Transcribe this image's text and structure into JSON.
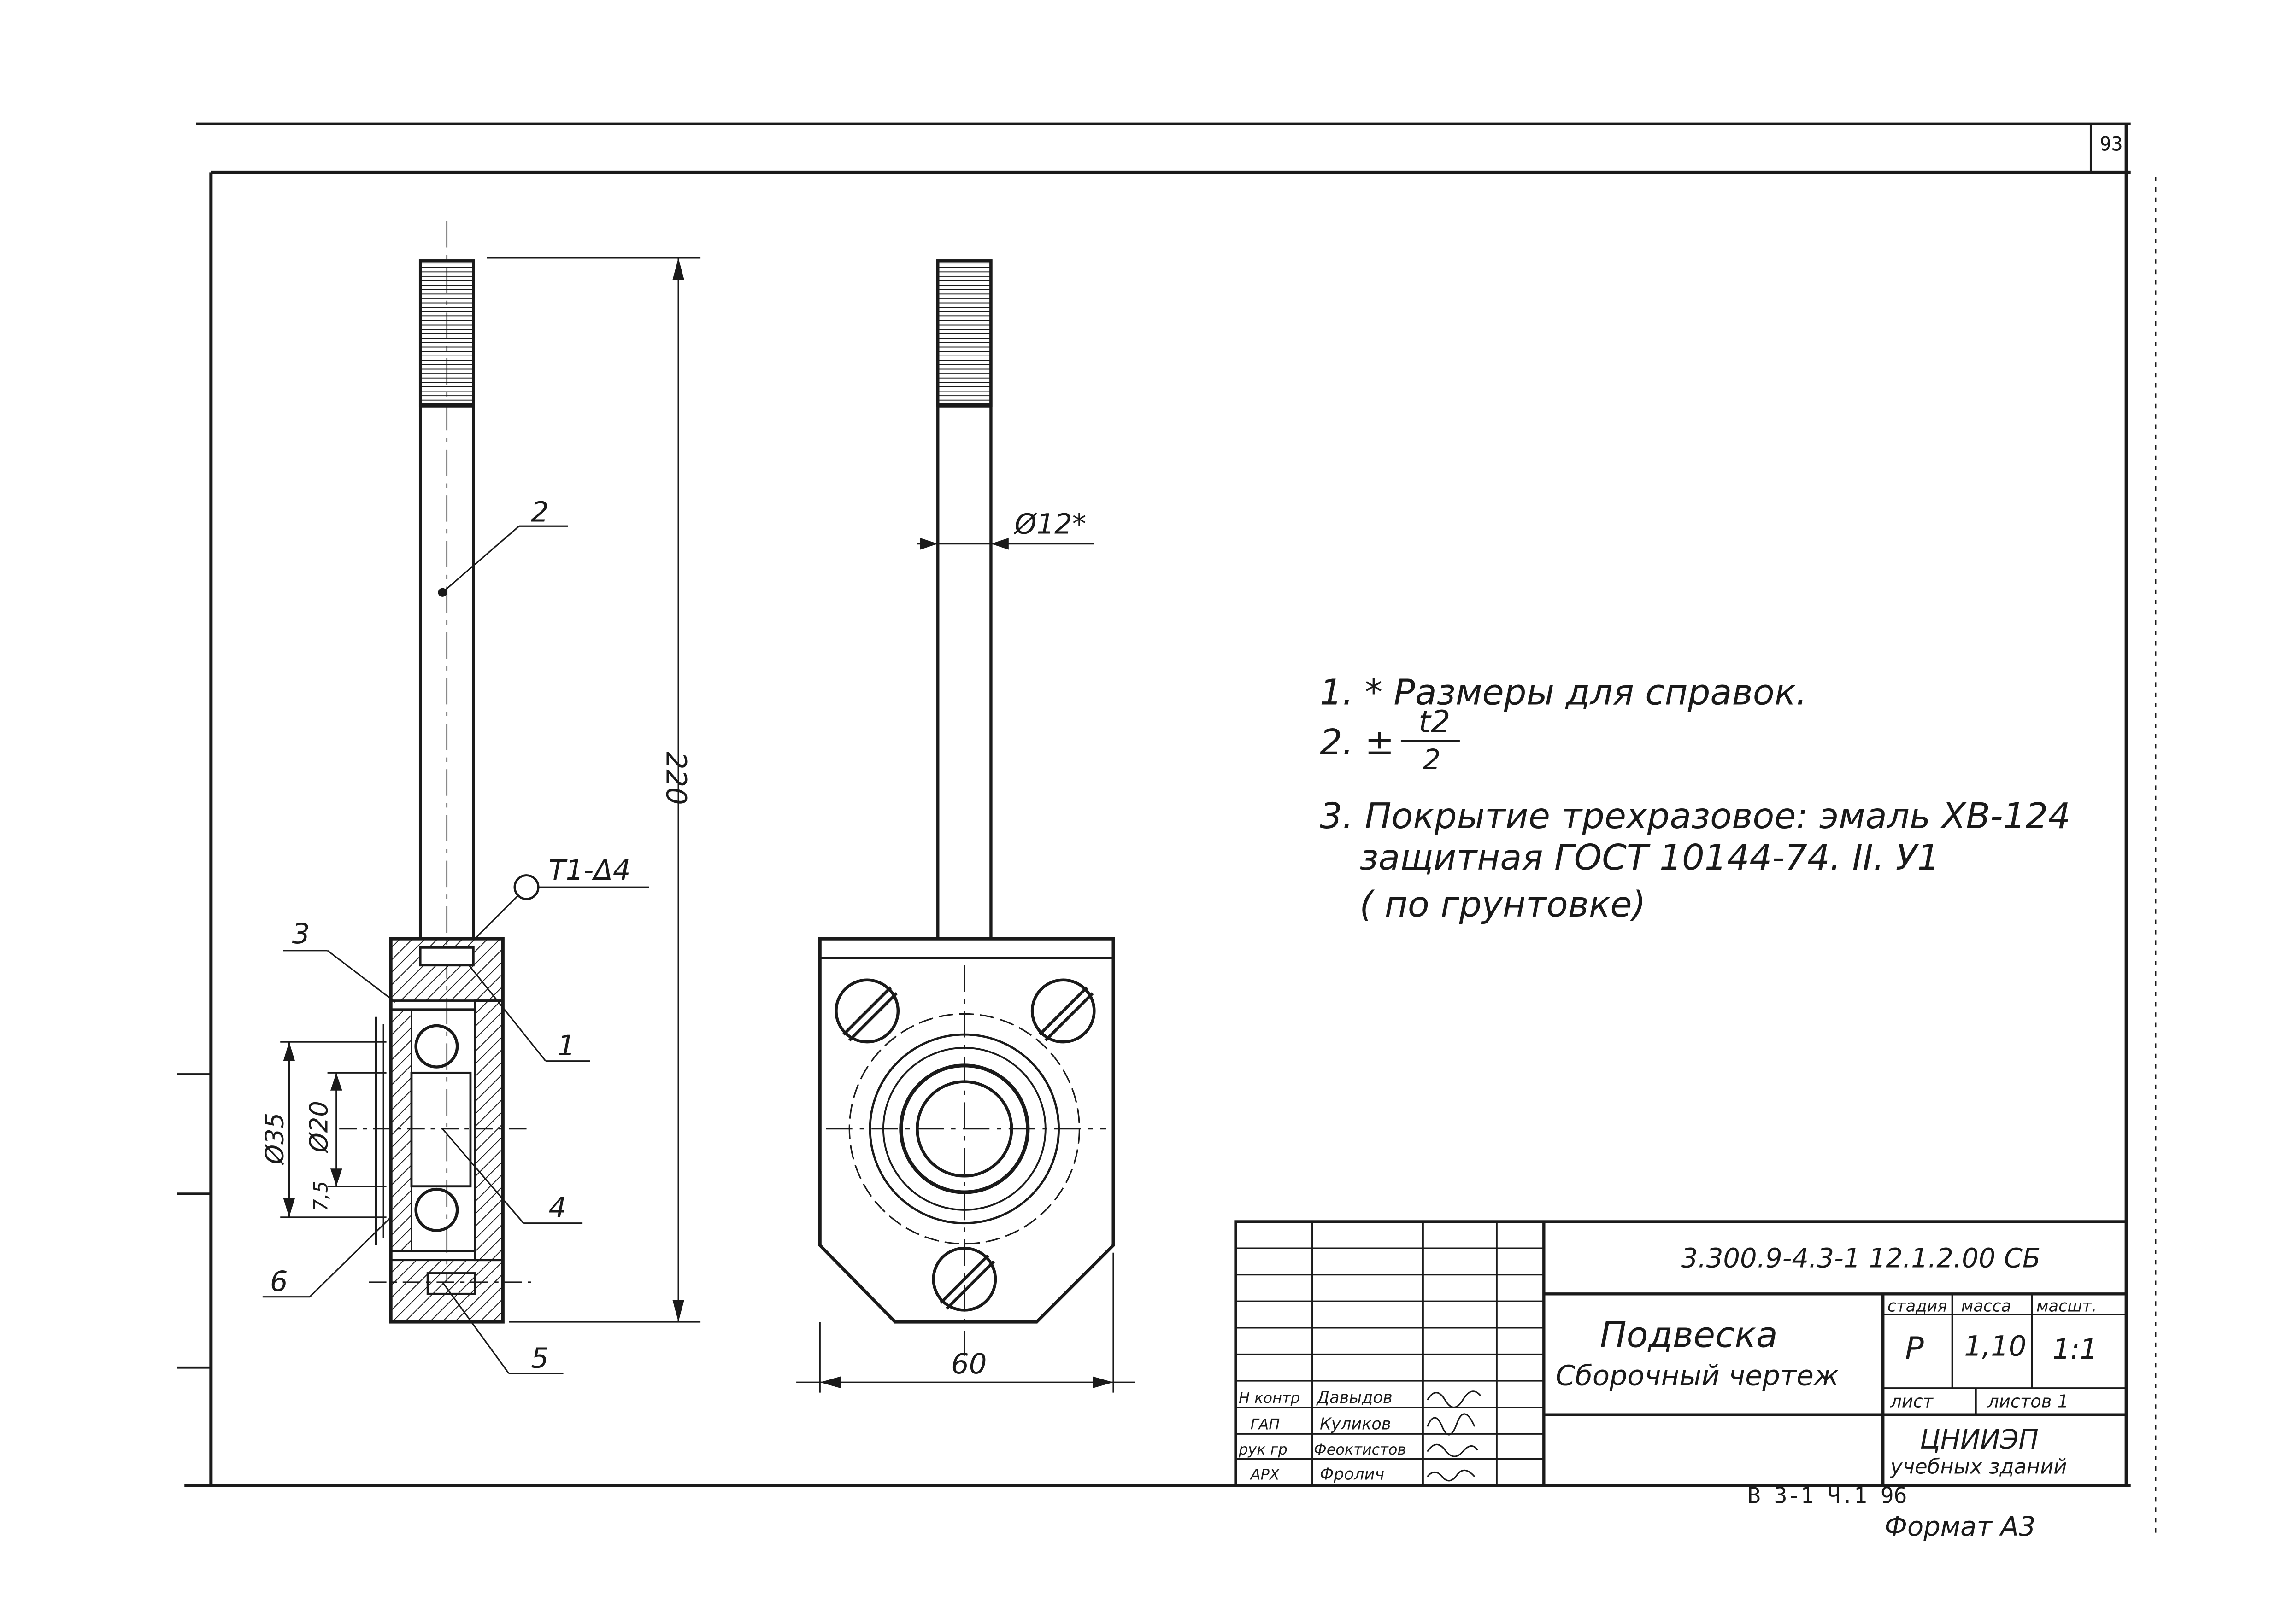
{
  "sheet": {
    "page_number": "93",
    "footer_code": "В 3-1 Ч.1   96",
    "format": "Формат А3"
  },
  "dims": {
    "length": "220",
    "diameter_rod": "Ø12*",
    "width": "60",
    "d35": "Ø35",
    "d20": "Ø20",
    "d75": "7,5",
    "weld": "Т1-Δ4"
  },
  "callouts": [
    "1",
    "2",
    "3",
    "4",
    "5",
    "6"
  ],
  "notes": {
    "n1": "1. * Размеры для справок.",
    "n2_prefix": "2. ±",
    "n2_num": "t2",
    "n2_den": "2",
    "n3_l1": "3. Покрытие трехразовое: эмаль ХВ-124",
    "n3_l2": "защитная ГОСТ 10144-74. ІІ. У1",
    "n3_l3": "( по грунтовке)"
  },
  "title_block": {
    "doc_code": "3.300.9-4.3-1  12.1.2.00 СБ",
    "title_1": "Подвеска",
    "title_2": "Сборочный чертеж",
    "stage_label": "стадия",
    "mass_label": "масса",
    "scale_label": "масшт.",
    "stage": "Р",
    "mass": "1,10",
    "scale": "1:1",
    "sheet_label": "лист",
    "sheets_label": "листов 1",
    "org_1": "ЦНИИЭП",
    "org_2": "учебных зданий",
    "rows": [
      {
        "role": "Н контр",
        "name": "Давыдов"
      },
      {
        "role": "ГАП",
        "name": "Куликов"
      },
      {
        "role": "рук гр",
        "name": "Феоктистов"
      },
      {
        "role": "АРХ",
        "name": "Фролич"
      }
    ]
  }
}
